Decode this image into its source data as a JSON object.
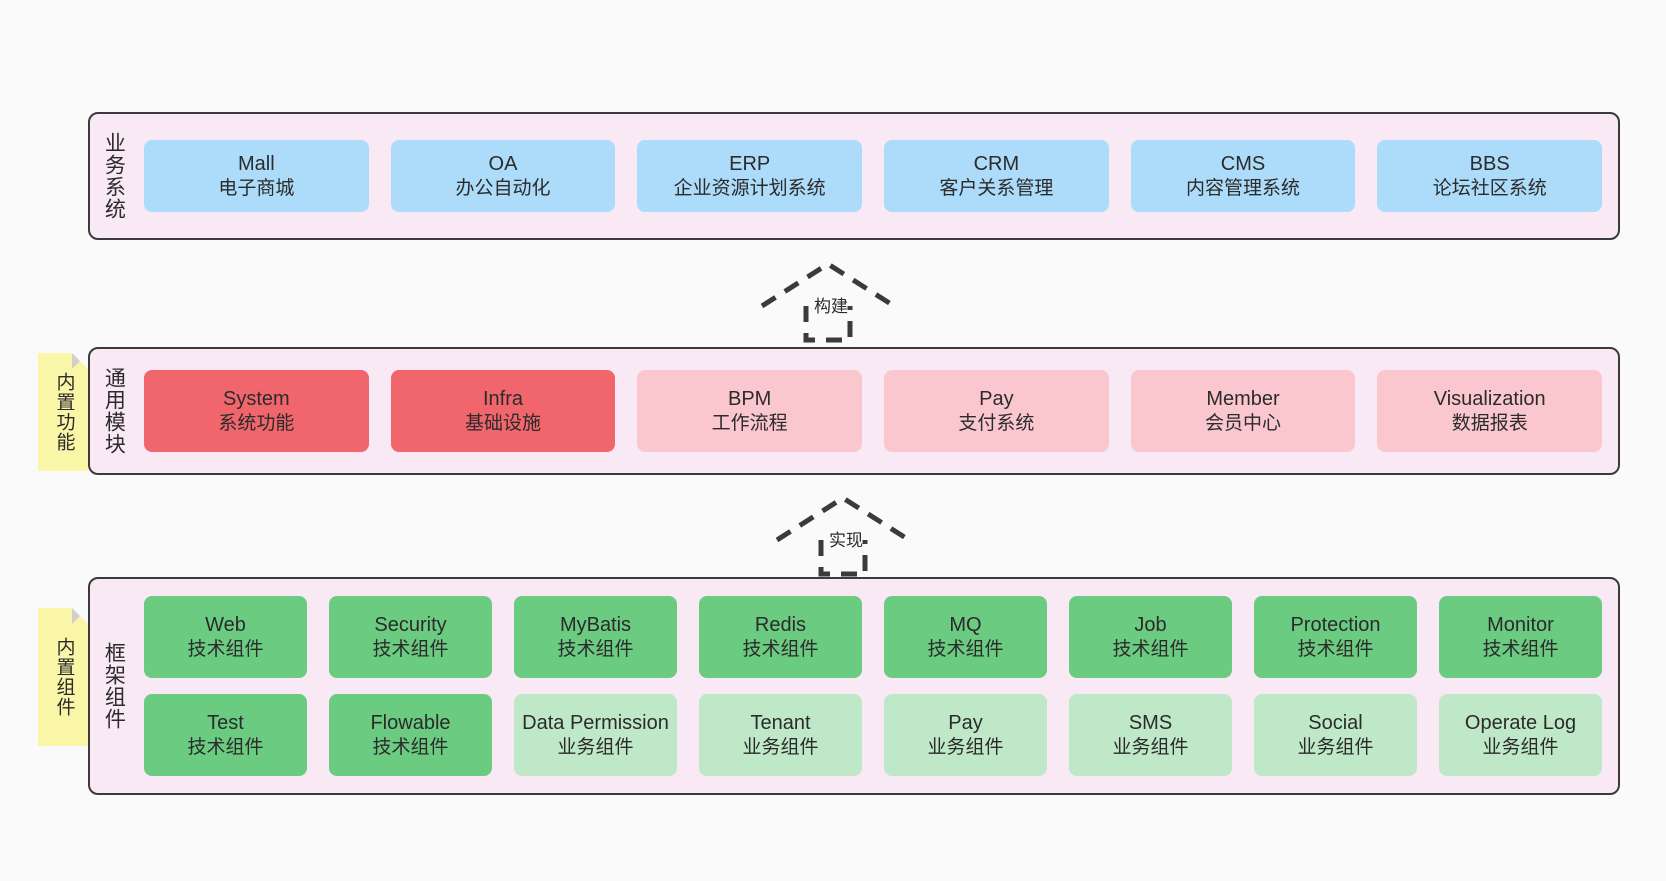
{
  "page": {
    "background": "#FAFAFA",
    "border_color": "#3B3B3B",
    "layer_background": "#F8E9F4"
  },
  "notes": [
    {
      "name": "builtin-function",
      "text": "内置功能",
      "color": "#FAF6A8"
    },
    {
      "name": "builtin-component",
      "text": "内置组件",
      "color": "#FAF6A8"
    }
  ],
  "connectors": [
    {
      "name": "build",
      "label": "构建",
      "style": "dashed-generalization"
    },
    {
      "name": "realize",
      "label": "实现",
      "style": "dashed-generalization"
    }
  ],
  "layers": [
    {
      "id": "business",
      "title": "业务系统",
      "rows": [
        {
          "cells": [
            {
              "en": "Mall",
              "cn": "电子商城",
              "color": "#ADDCFA"
            },
            {
              "en": "OA",
              "cn": "办公自动化",
              "color": "#ADDCFA"
            },
            {
              "en": "ERP",
              "cn": "企业资源计划系统",
              "color": "#ADDCFA"
            },
            {
              "en": "CRM",
              "cn": "客户关系管理",
              "color": "#ADDCFA"
            },
            {
              "en": "CMS",
              "cn": "内容管理系统",
              "color": "#ADDCFA"
            },
            {
              "en": "BBS",
              "cn": "论坛社区系统",
              "color": "#ADDCFA"
            }
          ]
        }
      ]
    },
    {
      "id": "common",
      "title": "通用模块",
      "rows": [
        {
          "cells": [
            {
              "en": "System",
              "cn": "系统功能",
              "color": "#F1666C"
            },
            {
              "en": "Infra",
              "cn": "基础设施",
              "color": "#F1666C"
            },
            {
              "en": "BPM",
              "cn": "工作流程",
              "color": "#FBC7CE"
            },
            {
              "en": "Pay",
              "cn": "支付系统",
              "color": "#FBC7CE"
            },
            {
              "en": "Member",
              "cn": "会员中心",
              "color": "#FBC7CE"
            },
            {
              "en": "Visualization",
              "cn": "数据报表",
              "color": "#FBC7CE"
            }
          ]
        }
      ]
    },
    {
      "id": "framework",
      "title": "框架组件",
      "rows": [
        {
          "cells": [
            {
              "en": "Web",
              "cn": "技术组件",
              "color": "#6BCB80"
            },
            {
              "en": "Security",
              "cn": "技术组件",
              "color": "#6BCB80"
            },
            {
              "en": "MyBatis",
              "cn": "技术组件",
              "color": "#6BCB80"
            },
            {
              "en": "Redis",
              "cn": "技术组件",
              "color": "#6BCB80"
            },
            {
              "en": "MQ",
              "cn": "技术组件",
              "color": "#6BCB80"
            },
            {
              "en": "Job",
              "cn": "技术组件",
              "color": "#6BCB80"
            },
            {
              "en": "Protection",
              "cn": "技术组件",
              "color": "#6BCB80"
            },
            {
              "en": "Monitor",
              "cn": "技术组件",
              "color": "#6BCB80"
            }
          ]
        },
        {
          "cells": [
            {
              "en": "Test",
              "cn": "技术组件",
              "color": "#6BCB80"
            },
            {
              "en": "Flowable",
              "cn": "技术组件",
              "color": "#6BCB80"
            },
            {
              "en": "Data Permission",
              "cn": "业务组件",
              "color": "#BFE8C8"
            },
            {
              "en": "Tenant",
              "cn": "业务组件",
              "color": "#BFE8C8"
            },
            {
              "en": "Pay",
              "cn": "业务组件",
              "color": "#BFE8C8"
            },
            {
              "en": "SMS",
              "cn": "业务组件",
              "color": "#BFE8C8"
            },
            {
              "en": "Social",
              "cn": "业务组件",
              "color": "#BFE8C8"
            },
            {
              "en": "Operate Log",
              "cn": "业务组件",
              "color": "#BFE8C8"
            }
          ]
        }
      ]
    }
  ]
}
